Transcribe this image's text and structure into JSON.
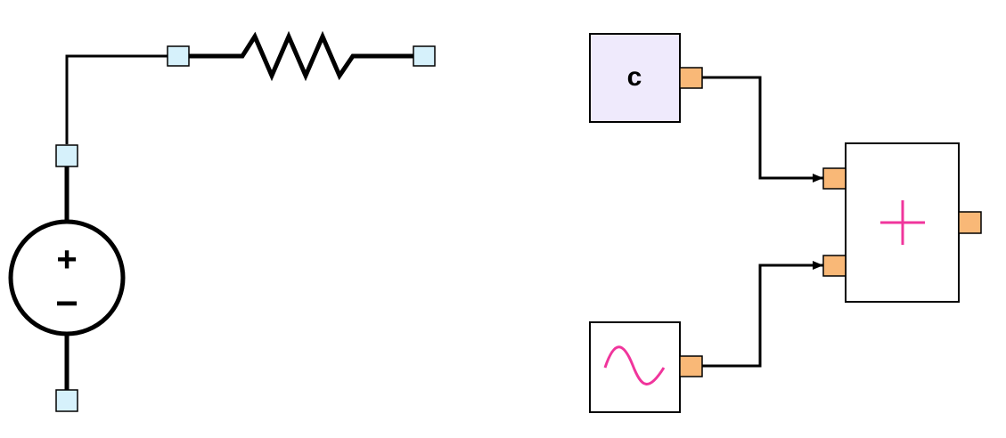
{
  "electrical_circuit": {
    "components": [
      "voltage-source",
      "resistor"
    ],
    "source_polarity": {
      "positive": "+",
      "negative": "−"
    },
    "port_color": "#d6f1fb"
  },
  "signal_model": {
    "constant_block": {
      "label": "c",
      "fill": "#efeafc"
    },
    "sine_block": {
      "icon": "sine-wave-icon",
      "icon_color": "#f0359c"
    },
    "sum_block": {
      "icon": "plus-icon",
      "icon_color": "#f0359c"
    },
    "port_color": "#f9b877"
  }
}
